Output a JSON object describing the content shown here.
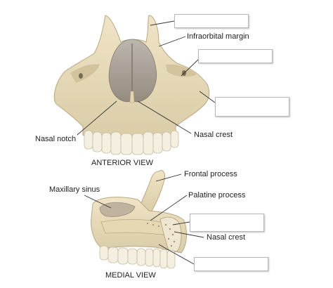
{
  "labels": {
    "infraorbital_margin": "Infraorbital margin",
    "nasal_notch": "Nasal notch",
    "nasal_crest_anterior": "Nasal crest",
    "anterior_view": "ANTERIOR VIEW",
    "frontal_process": "Frontal process",
    "maxillary_sinus": "Maxillary sinus",
    "palatine_process": "Palatine process",
    "nasal_crest_medial": "Nasal crest",
    "medial_view": "MEDIAL VIEW"
  },
  "blank_label_boxes": [
    {
      "value": ""
    },
    {
      "value": ""
    },
    {
      "value": ""
    },
    {
      "value": ""
    },
    {
      "value": ""
    }
  ],
  "colors": {
    "bone": "#e8dcbc",
    "bone_shadow": "#cdbf98",
    "nasal_cavity": "#a79e93",
    "leader_line": "#333333"
  }
}
